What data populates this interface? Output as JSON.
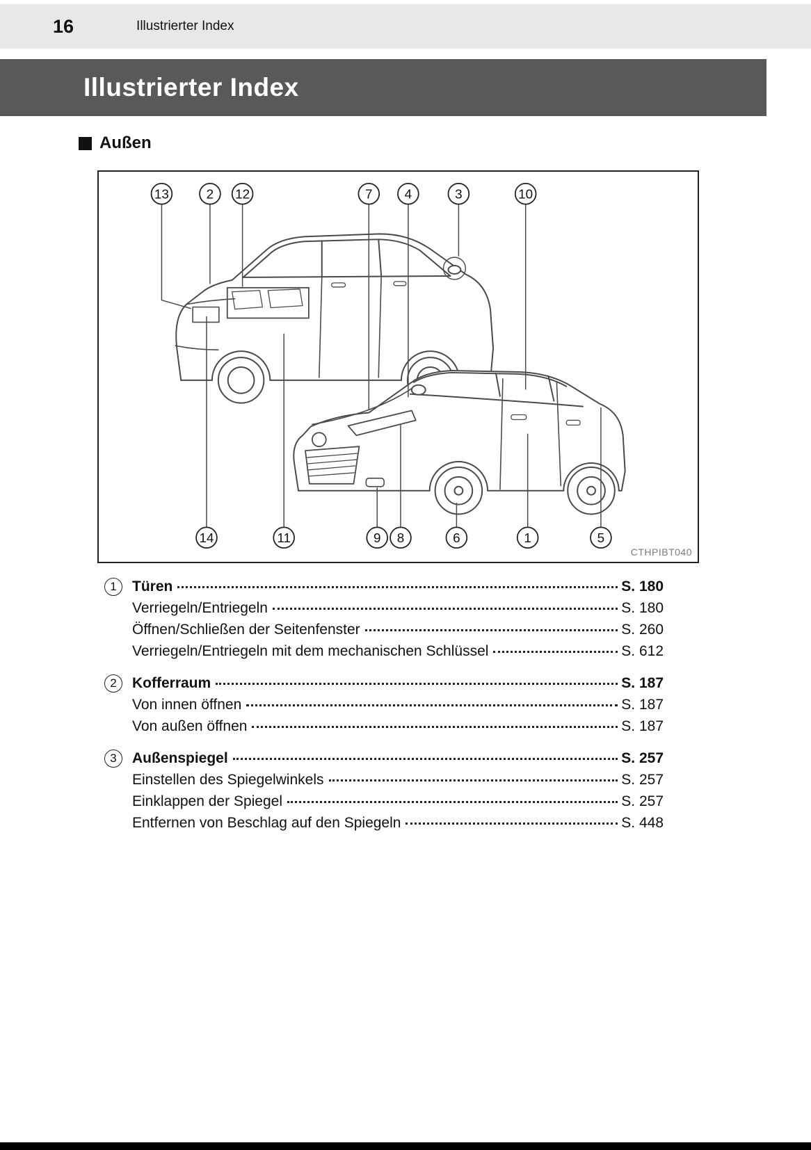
{
  "page": {
    "number": "16",
    "header_title": "Illustrierter Index",
    "banner_title": "Illustrierter Index",
    "section_title": "Außen",
    "figure_code": "CTHPIBT040"
  },
  "colors": {
    "header_strip_bg": "#e8e8e8",
    "banner_bg": "#595959",
    "banner_text": "#ffffff",
    "line_art": "#4a4a4a",
    "text": "#111111",
    "bottom_bar": "#000000"
  },
  "callouts": {
    "top": [
      "13",
      "2",
      "12",
      "7",
      "4",
      "3",
      "10"
    ],
    "bottom": [
      "14",
      "11",
      "9",
      "8",
      "6",
      "1",
      "5"
    ]
  },
  "index": [
    {
      "num": "1",
      "title": "Türen",
      "page": "S. 180",
      "items": [
        {
          "label": "Verriegeln/Entriegeln",
          "page": "S. 180"
        },
        {
          "label": "Öffnen/Schließen der Seitenfenster",
          "page": "S. 260"
        },
        {
          "label": "Verriegeln/Entriegeln mit dem mechanischen Schlüssel",
          "page": "S. 612"
        }
      ]
    },
    {
      "num": "2",
      "title": "Kofferraum",
      "page": "S. 187",
      "items": [
        {
          "label": "Von innen öffnen",
          "page": "S. 187"
        },
        {
          "label": "Von außen öffnen",
          "page": "S. 187"
        }
      ]
    },
    {
      "num": "3",
      "title": "Außenspiegel",
      "page": "S. 257",
      "items": [
        {
          "label": "Einstellen des Spiegelwinkels",
          "page": "S. 257"
        },
        {
          "label": "Einklappen der Spiegel",
          "page": "S. 257"
        },
        {
          "label": "Entfernen von Beschlag auf den Spiegeln",
          "page": "S. 448"
        }
      ]
    }
  ]
}
